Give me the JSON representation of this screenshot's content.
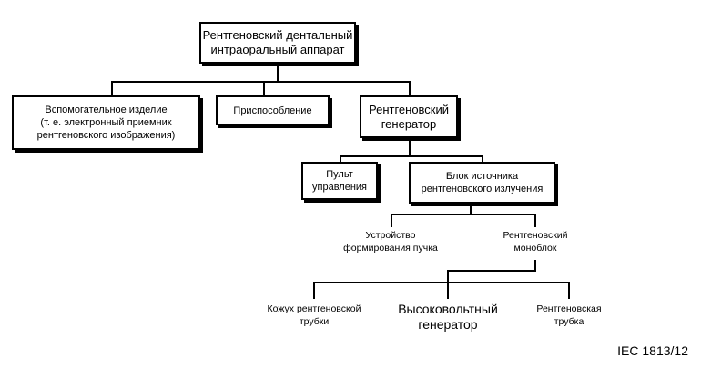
{
  "nodes": {
    "root": [
      "Рентгеновский дентальный",
      "интраоральный аппарат"
    ],
    "auxiliary": [
      "Вспомогательное изделие",
      "(т. е. электронный приемник",
      "рентгеновского изображения)"
    ],
    "accessory": [
      "Приспособление"
    ],
    "generator": [
      "Рентгеновский",
      "генератор"
    ],
    "control_panel": [
      "Пульт",
      "управления"
    ],
    "source_block": [
      "Блок источника",
      "рентгеновского излучения"
    ],
    "beam_device": [
      "Устройство",
      "формирования пучка"
    ],
    "monoblock": [
      "Рентгеновский",
      "моноблок"
    ],
    "tube_housing": [
      "Кожух рентгеновской",
      "трубки"
    ],
    "hv_generator": [
      "Высоковольтный",
      "генератор"
    ],
    "xray_tube": [
      "Рентгеновская",
      "трубка"
    ]
  },
  "caption": "IEC 1813/12"
}
